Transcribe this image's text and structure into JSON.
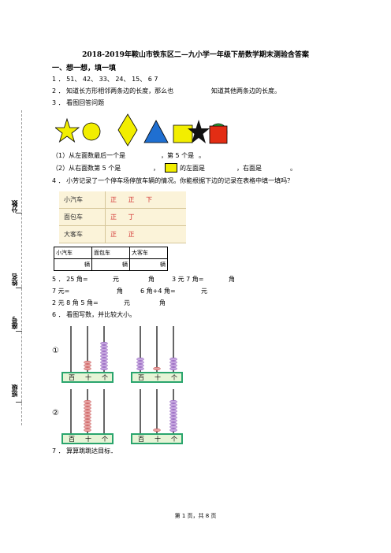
{
  "title": "2018-2019年鞍山市铁东区二—九小学一年级下册数学期末测验含答案",
  "section_one": "一、想一想，填一填",
  "q1": "1 ． 51、 42、 33、 24、 15、 6 7",
  "q2_a": "2 ． 知道长方形相邻两条边的长度，那么也",
  "q2_b": "知道其他两条边的长度。",
  "q3": "3 ． 看图回答问题",
  "q3_1a": "（1）从左面数最后一个是",
  "q3_1b": "，第 5 个是",
  "q3_1c": "。",
  "q3_2a": "（2）从右面数第 5 个是",
  "q3_2b": "，",
  "q3_2c": "的左面是",
  "q3_2d": "，右面是",
  "q3_2e": "。",
  "q4": "4 ． 小芳记录了一个停车场停放车辆的情况。你能根据下边的记录在表格中填一填吗？",
  "record": {
    "rows": [
      {
        "label": "小汽车",
        "tally": "正 正 下"
      },
      {
        "label": "面包车",
        "tally": "正 丁"
      },
      {
        "label": "大客车",
        "tally": "正 正"
      }
    ]
  },
  "answer_table": {
    "headers": [
      "小汽车",
      "面包车",
      "大客车"
    ],
    "units": [
      "辆",
      "辆",
      "辆"
    ]
  },
  "q5_l1": [
    "5 ． 25 角=",
    "元",
    "角",
    "3 元 7 角=",
    "角"
  ],
  "q5_l2": [
    "7 元=",
    "角",
    "6 角+4 角=",
    "元"
  ],
  "q5_l3": [
    "2 元 8 角 5 角=",
    "元",
    "角"
  ],
  "q6": "6 ． 看图写数，并比较大小。",
  "q6_mark1": "①",
  "q6_mark2": "②",
  "abacus_labels": [
    "百",
    "十",
    "个"
  ],
  "q7": "7 ． 算算跳跳达目标．",
  "side": {
    "score": "分数",
    "name": "姓名",
    "id": "座号",
    "class": "班级"
  },
  "footer": "第 1 页，共 8 页",
  "colors": {
    "yellow": "#f2ee00",
    "green": "#2fae3a",
    "blue": "#1f6fd1",
    "red": "#e32d14",
    "abacus_frame": "#2aa56d"
  }
}
